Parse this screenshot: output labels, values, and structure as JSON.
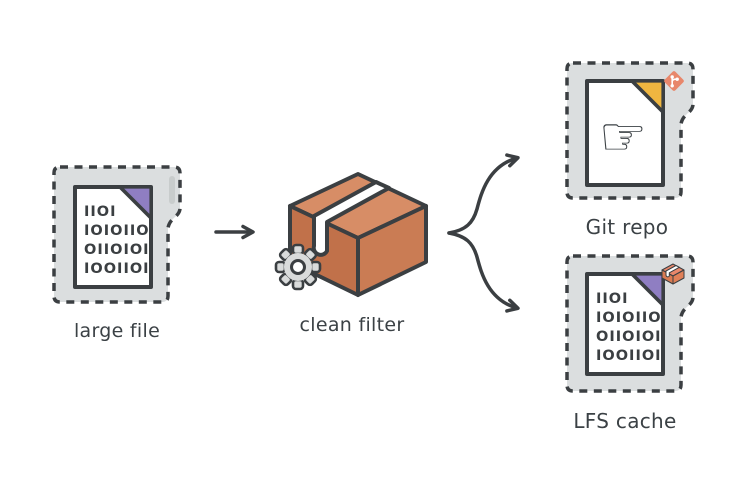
{
  "diagram": {
    "type": "flow-diagram",
    "topic": "Git LFS clean filter flow",
    "nodes": {
      "large_file": {
        "label": "large file",
        "icon": "binary-file-icon",
        "binary_lines": [
          "1101",
          "1010110",
          "0110101",
          "1001101"
        ]
      },
      "clean_filter": {
        "label": "clean filter",
        "icon": "package-icon",
        "secondary_icon": "gear-icon"
      },
      "git_repo": {
        "label": "Git repo",
        "icon": "pointing-hand-file-icon",
        "badge": "git-branch-badge",
        "hand_char": "☞"
      },
      "lfs_cache": {
        "label": "LFS cache",
        "icon": "binary-file-icon",
        "badge": "package-badge",
        "binary_lines": [
          "1101",
          "1010110",
          "0110101",
          "1001101"
        ]
      }
    },
    "edges": [
      {
        "from": "large_file",
        "to": "clean_filter",
        "style": "straight-arrow"
      },
      {
        "from": "clean_filter",
        "to": "git_repo",
        "style": "curved-arrow"
      },
      {
        "from": "clean_filter",
        "to": "lfs_cache",
        "style": "curved-arrow"
      }
    ],
    "colors": {
      "outline": "#3b3f42",
      "dashed_box_fill": "#dbdedf",
      "doc_fill": "#ffffff",
      "fold_purple": "#8f7ec2",
      "fold_yellow": "#efb640",
      "box_top_orange": "#d78d66",
      "box_left_orange": "#c1714a",
      "box_right_orange": "#ca7c54",
      "badge_orange": "#e8876b",
      "gear_gray": "#d9dbdb",
      "inner_bar_gray": "#c8cccc",
      "label_text": "#3b4145"
    }
  }
}
